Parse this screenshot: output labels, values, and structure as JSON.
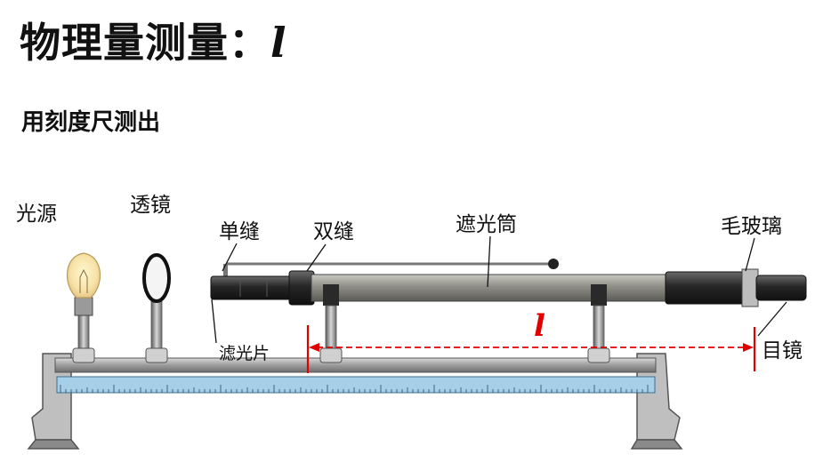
{
  "header": {
    "title_prefix": "物理量测量：",
    "title_symbol": "l",
    "subtitle": "用刻度尺测出"
  },
  "diagram": {
    "labels": {
      "light_source": "光源",
      "lens": "透镜",
      "single_slit": "单缝",
      "double_slit": "双缝",
      "tube": "遮光筒",
      "ground_glass": "毛玻璃",
      "filter": "滤光片",
      "eyepiece": "目镜",
      "length_symbol": "l"
    },
    "colors": {
      "measure": "#e00000",
      "ruler": "#a8cfe8",
      "rail": "#9a9a9a",
      "tube": "#8c8c84",
      "dark": "#2b2b2b"
    }
  }
}
